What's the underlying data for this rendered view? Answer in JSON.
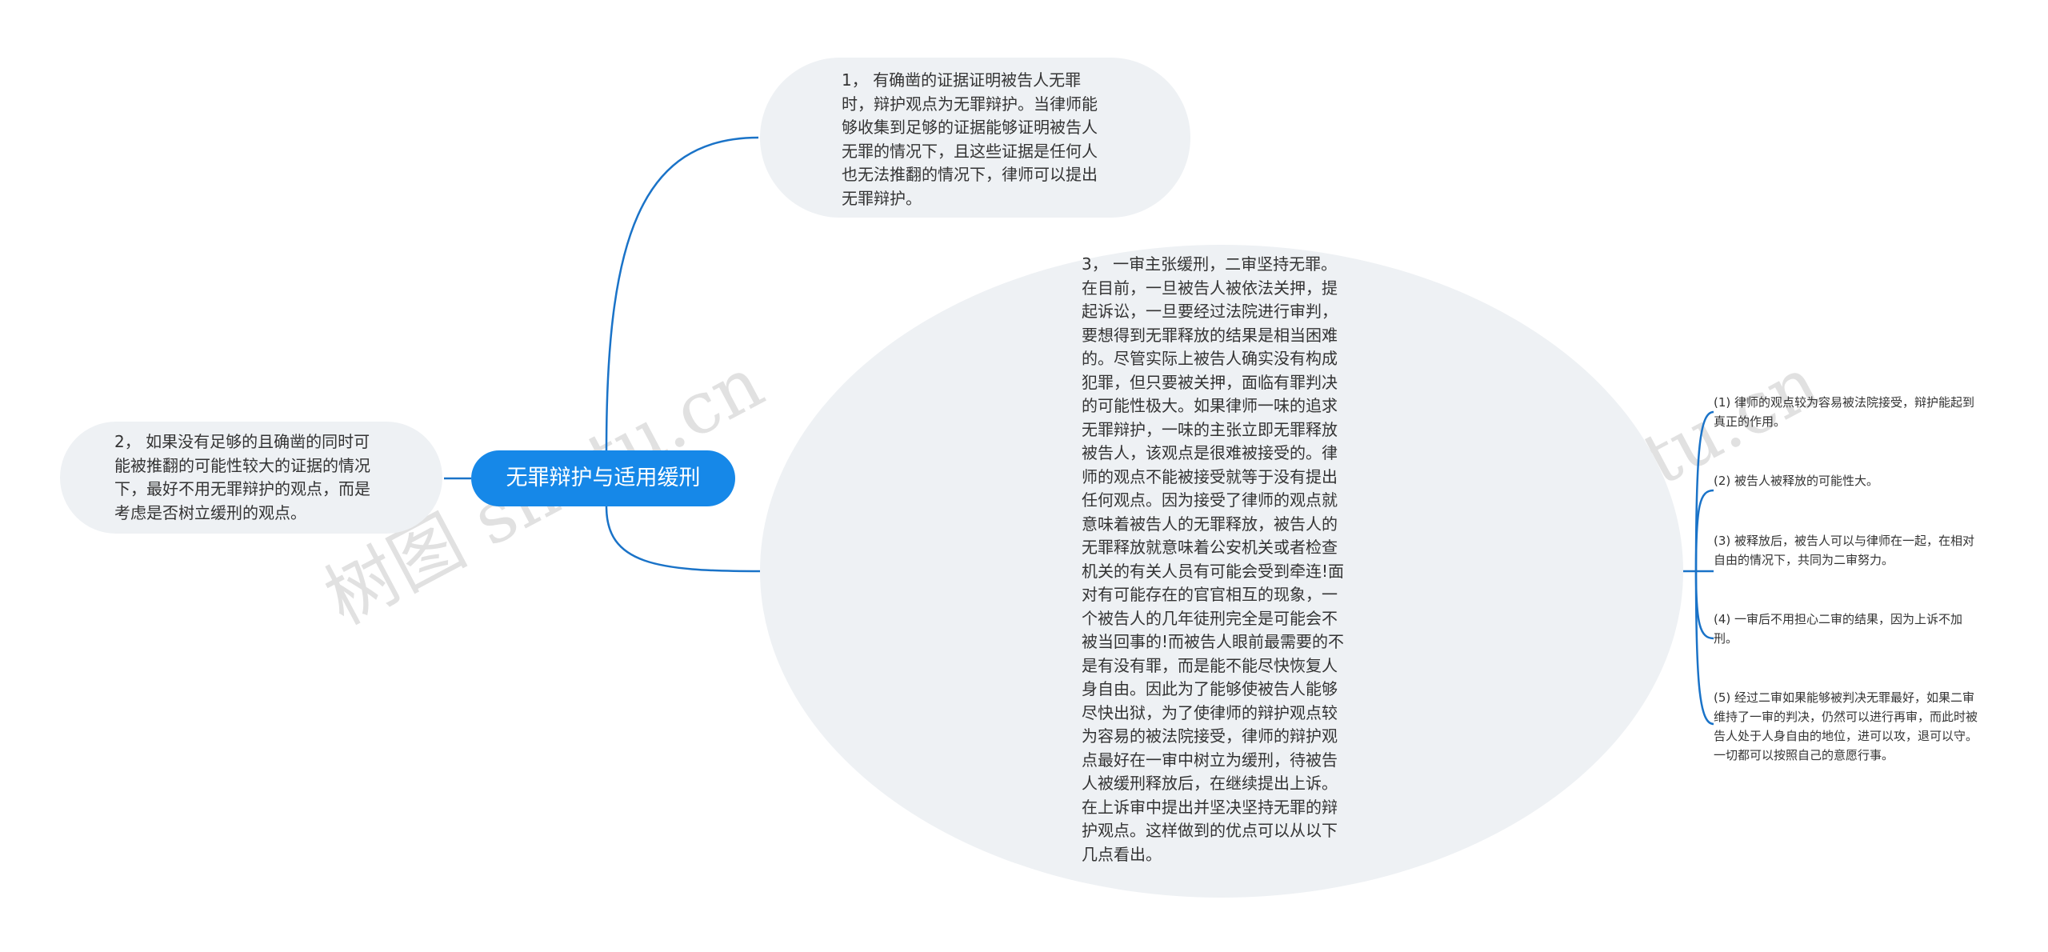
{
  "root": {
    "label": "无罪辩护与适用缓刑"
  },
  "watermarks": [
    "树图 shutu.cn",
    "树图 shutu.cn"
  ],
  "branches": {
    "point1": "1， 有确凿的证据证明被告人无罪时，辩护观点为无罪辩护。当律师能够收集到足够的证据能够证明被告人无罪的情况下，且这些证据是任何人也无法推翻的情况下，律师可以提出无罪辩护。",
    "point2": "2， 如果没有足够的且确凿的同时可能被推翻的可能性较大的证据的情况下，最好不用无罪辩护的观点，而是考虑是否树立缓刑的观点。",
    "point3": "3， 一审主张缓刑，二审坚持无罪。在目前，一旦被告人被依法关押，提起诉讼，一旦要经过法院进行审判，要想得到无罪释放的结果是相当困难的。尽管实际上被告人确实没有构成犯罪，但只要被关押，面临有罪判决的可能性极大。如果律师一味的追求无罪辩护，一味的主张立即无罪释放被告人，该观点是很难被接受的。律师的观点不能被接受就等于没有提出任何观点。因为接受了律师的观点就意味着被告人的无罪释放，被告人的无罪释放就意味着公安机关或者检查机关的有关人员有可能会受到牵连!面对有可能存在的官官相互的现象，一个被告人的几年徒刑完全是可能会不被当回事的!而被告人眼前最需要的不是有没有罪，而是能不能尽快恢复人身自由。因此为了能够使被告人能够尽快出狱，为了使律师的辩护观点较为容易的被法院接受，律师的辩护观点最好在一审中树立为缓刑，待被告人被缓刑释放后，在继续提出上诉。在上诉审中提出并坚决坚持无罪的辩护观点。这样做到的优点可以从以下几点看出。"
  },
  "sub_points": [
    "(1) 律师的观点较为容易被法院接受，辩护能起到真正的作用。",
    "(2) 被告人被释放的可能性大。",
    "(3) 被释放后，被告人可以与律师在一起，在相对自由的情况下，共同为二审努力。",
    "(4) 一审后不用担心二审的结果，因为上诉不加刑。",
    "(5) 经过二审如果能够被判决无罪最好，如果二审维持了一审的判决，仍然可以进行再审，而此时被告人处于人身自由的地位，进可以攻，退可以守。一切都可以按照自己的意愿行事。"
  ],
  "colors": {
    "connector": "#1a73c8",
    "root_fill": "#1688e8",
    "bubble_fill": "#eef1f4",
    "text": "#333333"
  }
}
